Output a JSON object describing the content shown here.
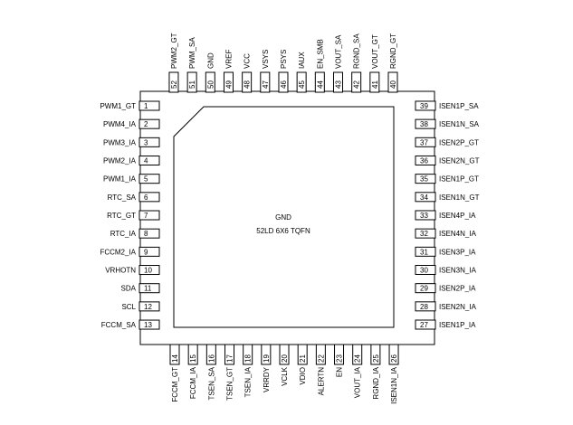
{
  "center": {
    "line1": "GND",
    "line2": "52LD 6X6 TQFN"
  },
  "pins": {
    "left": [
      {
        "num": "1",
        "name": "PWM1_GT"
      },
      {
        "num": "2",
        "name": "PWM4_IA"
      },
      {
        "num": "3",
        "name": "PWM3_IA"
      },
      {
        "num": "4",
        "name": "PWM2_IA"
      },
      {
        "num": "5",
        "name": "PWM1_IA"
      },
      {
        "num": "6",
        "name": "RTC_SA"
      },
      {
        "num": "7",
        "name": "RTC_GT"
      },
      {
        "num": "8",
        "name": "RTC_IA"
      },
      {
        "num": "9",
        "name": "FCCM2_IA"
      },
      {
        "num": "10",
        "name": "VRHOTN"
      },
      {
        "num": "11",
        "name": "SDA"
      },
      {
        "num": "12",
        "name": "SCL"
      },
      {
        "num": "13",
        "name": "FCCM_SA"
      }
    ],
    "bottom": [
      {
        "num": "14",
        "name": "FCCM_GT"
      },
      {
        "num": "15",
        "name": "FCCM_IA"
      },
      {
        "num": "16",
        "name": "TSEN_SA"
      },
      {
        "num": "17",
        "name": "TSEN_GT"
      },
      {
        "num": "18",
        "name": "TSEN_IA"
      },
      {
        "num": "19",
        "name": "VRRDY"
      },
      {
        "num": "20",
        "name": "VCLK"
      },
      {
        "num": "21",
        "name": "VDIO"
      },
      {
        "num": "22",
        "name": "ALERTN"
      },
      {
        "num": "23",
        "name": "EN"
      },
      {
        "num": "24",
        "name": "VOUT_IA"
      },
      {
        "num": "25",
        "name": "RGND_IA"
      },
      {
        "num": "26",
        "name": "ISEN1N_IA"
      }
    ],
    "right": [
      {
        "num": "27",
        "name": "ISEN1P_IA"
      },
      {
        "num": "28",
        "name": "ISEN2N_IA"
      },
      {
        "num": "29",
        "name": "ISEN2P_IA"
      },
      {
        "num": "30",
        "name": "ISEN3N_IA"
      },
      {
        "num": "31",
        "name": "ISEN3P_IA"
      },
      {
        "num": "32",
        "name": "ISEN4N_IA"
      },
      {
        "num": "33",
        "name": "ISEN4P_IA"
      },
      {
        "num": "34",
        "name": "ISEN1N_GT"
      },
      {
        "num": "35",
        "name": "ISEN1P_GT"
      },
      {
        "num": "36",
        "name": "ISEN2N_GT"
      },
      {
        "num": "37",
        "name": "ISEN2P_GT"
      },
      {
        "num": "38",
        "name": "ISEN1N_SA"
      },
      {
        "num": "39",
        "name": "ISEN1P_SA"
      }
    ],
    "top": [
      {
        "num": "40",
        "name": "RGND_GT"
      },
      {
        "num": "41",
        "name": "VOUT_GT"
      },
      {
        "num": "42",
        "name": "RGND_SA"
      },
      {
        "num": "43",
        "name": "VOUT_SA"
      },
      {
        "num": "44",
        "name": "EN_SMB"
      },
      {
        "num": "45",
        "name": "IAUX"
      },
      {
        "num": "46",
        "name": "PSYS"
      },
      {
        "num": "47",
        "name": "VSYS"
      },
      {
        "num": "48",
        "name": "VCC"
      },
      {
        "num": "49",
        "name": "VREF"
      },
      {
        "num": "50",
        "name": "GND"
      },
      {
        "num": "51",
        "name": "PWM_SA"
      },
      {
        "num": "52",
        "name": "PWM2_GT"
      }
    ]
  }
}
